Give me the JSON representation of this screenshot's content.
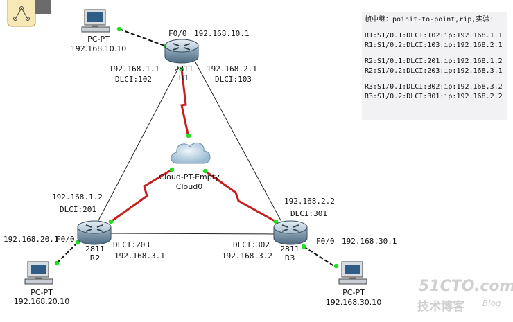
{
  "topology": {
    "devices": {
      "r1": {
        "model": "2811",
        "name": "R1"
      },
      "r2": {
        "model": "2811",
        "name": "R2"
      },
      "r3": {
        "model": "2811",
        "name": "R3"
      },
      "cloud": {
        "type": "Cloud-PT-Empty",
        "name": "Cloud0"
      },
      "pc1": {
        "type": "PC-PT",
        "ip": "192.168.10.10"
      },
      "pc2": {
        "type": "PC-PT",
        "ip": "192.168.20.10"
      },
      "pc3": {
        "type": "PC-PT",
        "ip": "192.168.30.10"
      }
    },
    "labels": {
      "r1_f0": "F0/0",
      "r1_f0_ip": "192.168.10.1",
      "r1_left_ip": "192.168.1.1",
      "r1_left_dlci": "DLCI:102",
      "r1_right_ip": "192.168.2.1",
      "r1_right_dlci": "DLCI:103",
      "r2_top_ip": "192.168.1.2",
      "r2_top_dlci": "DLCI:201",
      "r2_f0_ip": "192.168.20.1",
      "r2_f0": "F0/0",
      "r2_right_dlci": "DLCI:203",
      "r2_right_ip": "192.168.3.1",
      "r3_top_ip": "192.168.2.2",
      "r3_top_dlci": "DLCI:301",
      "r3_left_dlci": "DLCI:302",
      "r3_left_ip": "192.168.3.2",
      "r3_f0": "F0/0",
      "r3_f0_ip": "192.168.30.1"
    },
    "note": [
      "帧中继：poinit-to-point,rip,实验!",
      "",
      "R1:S1/0.1:DLCI:102:ip:192.168.1.1",
      "R1:S1/0.2:DLCI:103:ip:192.168.2.1",
      "",
      "R2:S1/0.1:DLCI:201:ip:192.168.1.2",
      "R2:S1/0.2:DLCI:203:ip:192.168.3.1",
      "",
      "R3:S1/0.1:DLCI:302:ip:192.168.3.2",
      "R3:S1/0.2:DLCI:301:ip:192.168.2.2"
    ],
    "watermark": {
      "line1": "51CTO.com",
      "line2": "技术博客",
      "line3": "Blog"
    }
  }
}
